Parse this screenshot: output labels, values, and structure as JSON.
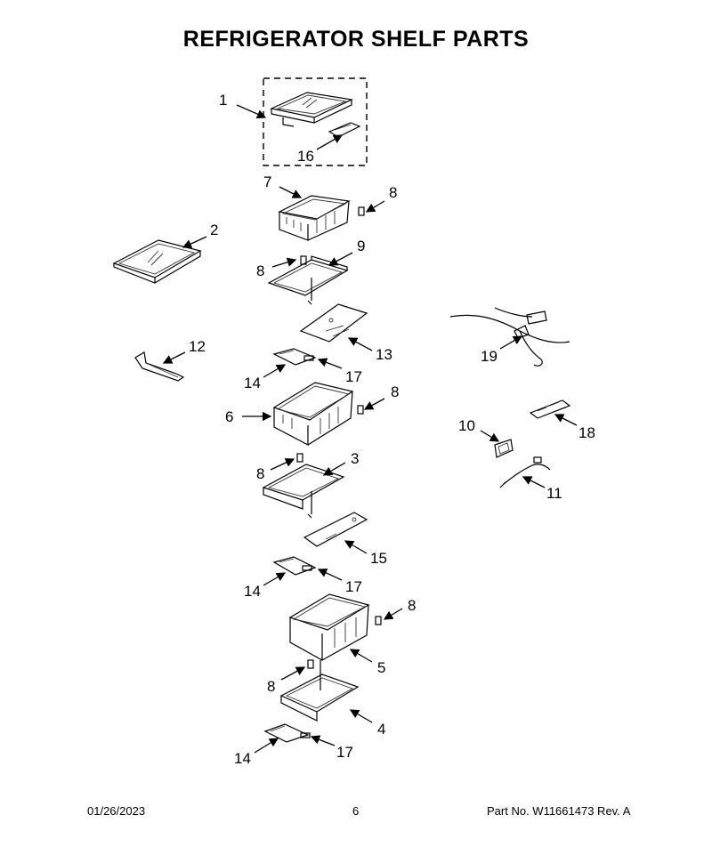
{
  "title": "REFRIGERATOR SHELF PARTS",
  "callouts": {
    "c1": "1",
    "c16": "16",
    "c7": "7",
    "c8a": "8",
    "c2": "2",
    "c8b": "8",
    "c9": "9",
    "c12": "12",
    "c13": "13",
    "c14a": "14",
    "c17a": "17",
    "c8c": "8",
    "c6": "6",
    "c19": "19",
    "c10": "10",
    "c18": "18",
    "c8d": "8",
    "c3": "3",
    "c11": "11",
    "c15": "15",
    "c14b": "14",
    "c17b": "17",
    "c8e": "8",
    "c5": "5",
    "c8f": "8",
    "c4": "4",
    "c14c": "14",
    "c17c": "17"
  },
  "footer": {
    "date": "01/26/2023",
    "page": "6",
    "part": "Part No.  W11661473  Rev.  A"
  }
}
